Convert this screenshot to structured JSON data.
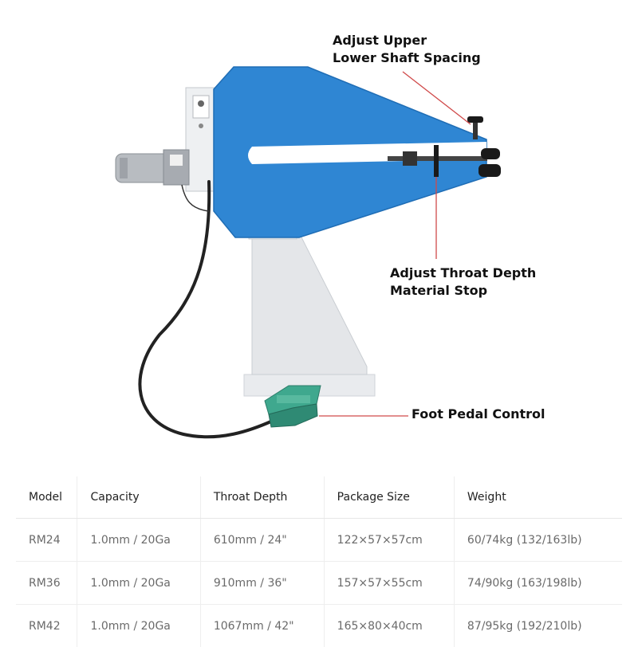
{
  "callouts": {
    "shaft_line1": "Adjust Upper",
    "shaft_line2": "Lower Shaft Spacing",
    "throat_line1": "Adjust Throat Depth",
    "throat_line2": "Material Stop",
    "pedal": "Foot Pedal Control"
  },
  "colors": {
    "frame_blue": "#2f86d3",
    "stand_gray": "#e4e6e9",
    "pedal_teal": "#3a9a84",
    "leader_red": "#d04a4a"
  },
  "table": {
    "headers": [
      "Model",
      "Capacity",
      "Throat Depth",
      "Package Size",
      "Weight"
    ],
    "rows": [
      [
        "RM24",
        "1.0mm / 20Ga",
        "610mm / 24\"",
        "122×57×57cm",
        "60/74kg (132/163lb)"
      ],
      [
        "RM36",
        "1.0mm / 20Ga",
        "910mm / 36\"",
        "157×57×55cm",
        "74/90kg (163/198lb)"
      ],
      [
        "RM42",
        "1.0mm / 20Ga",
        "1067mm / 42\"",
        "165×80×40cm",
        "87/95kg (192/210lb)"
      ]
    ]
  }
}
